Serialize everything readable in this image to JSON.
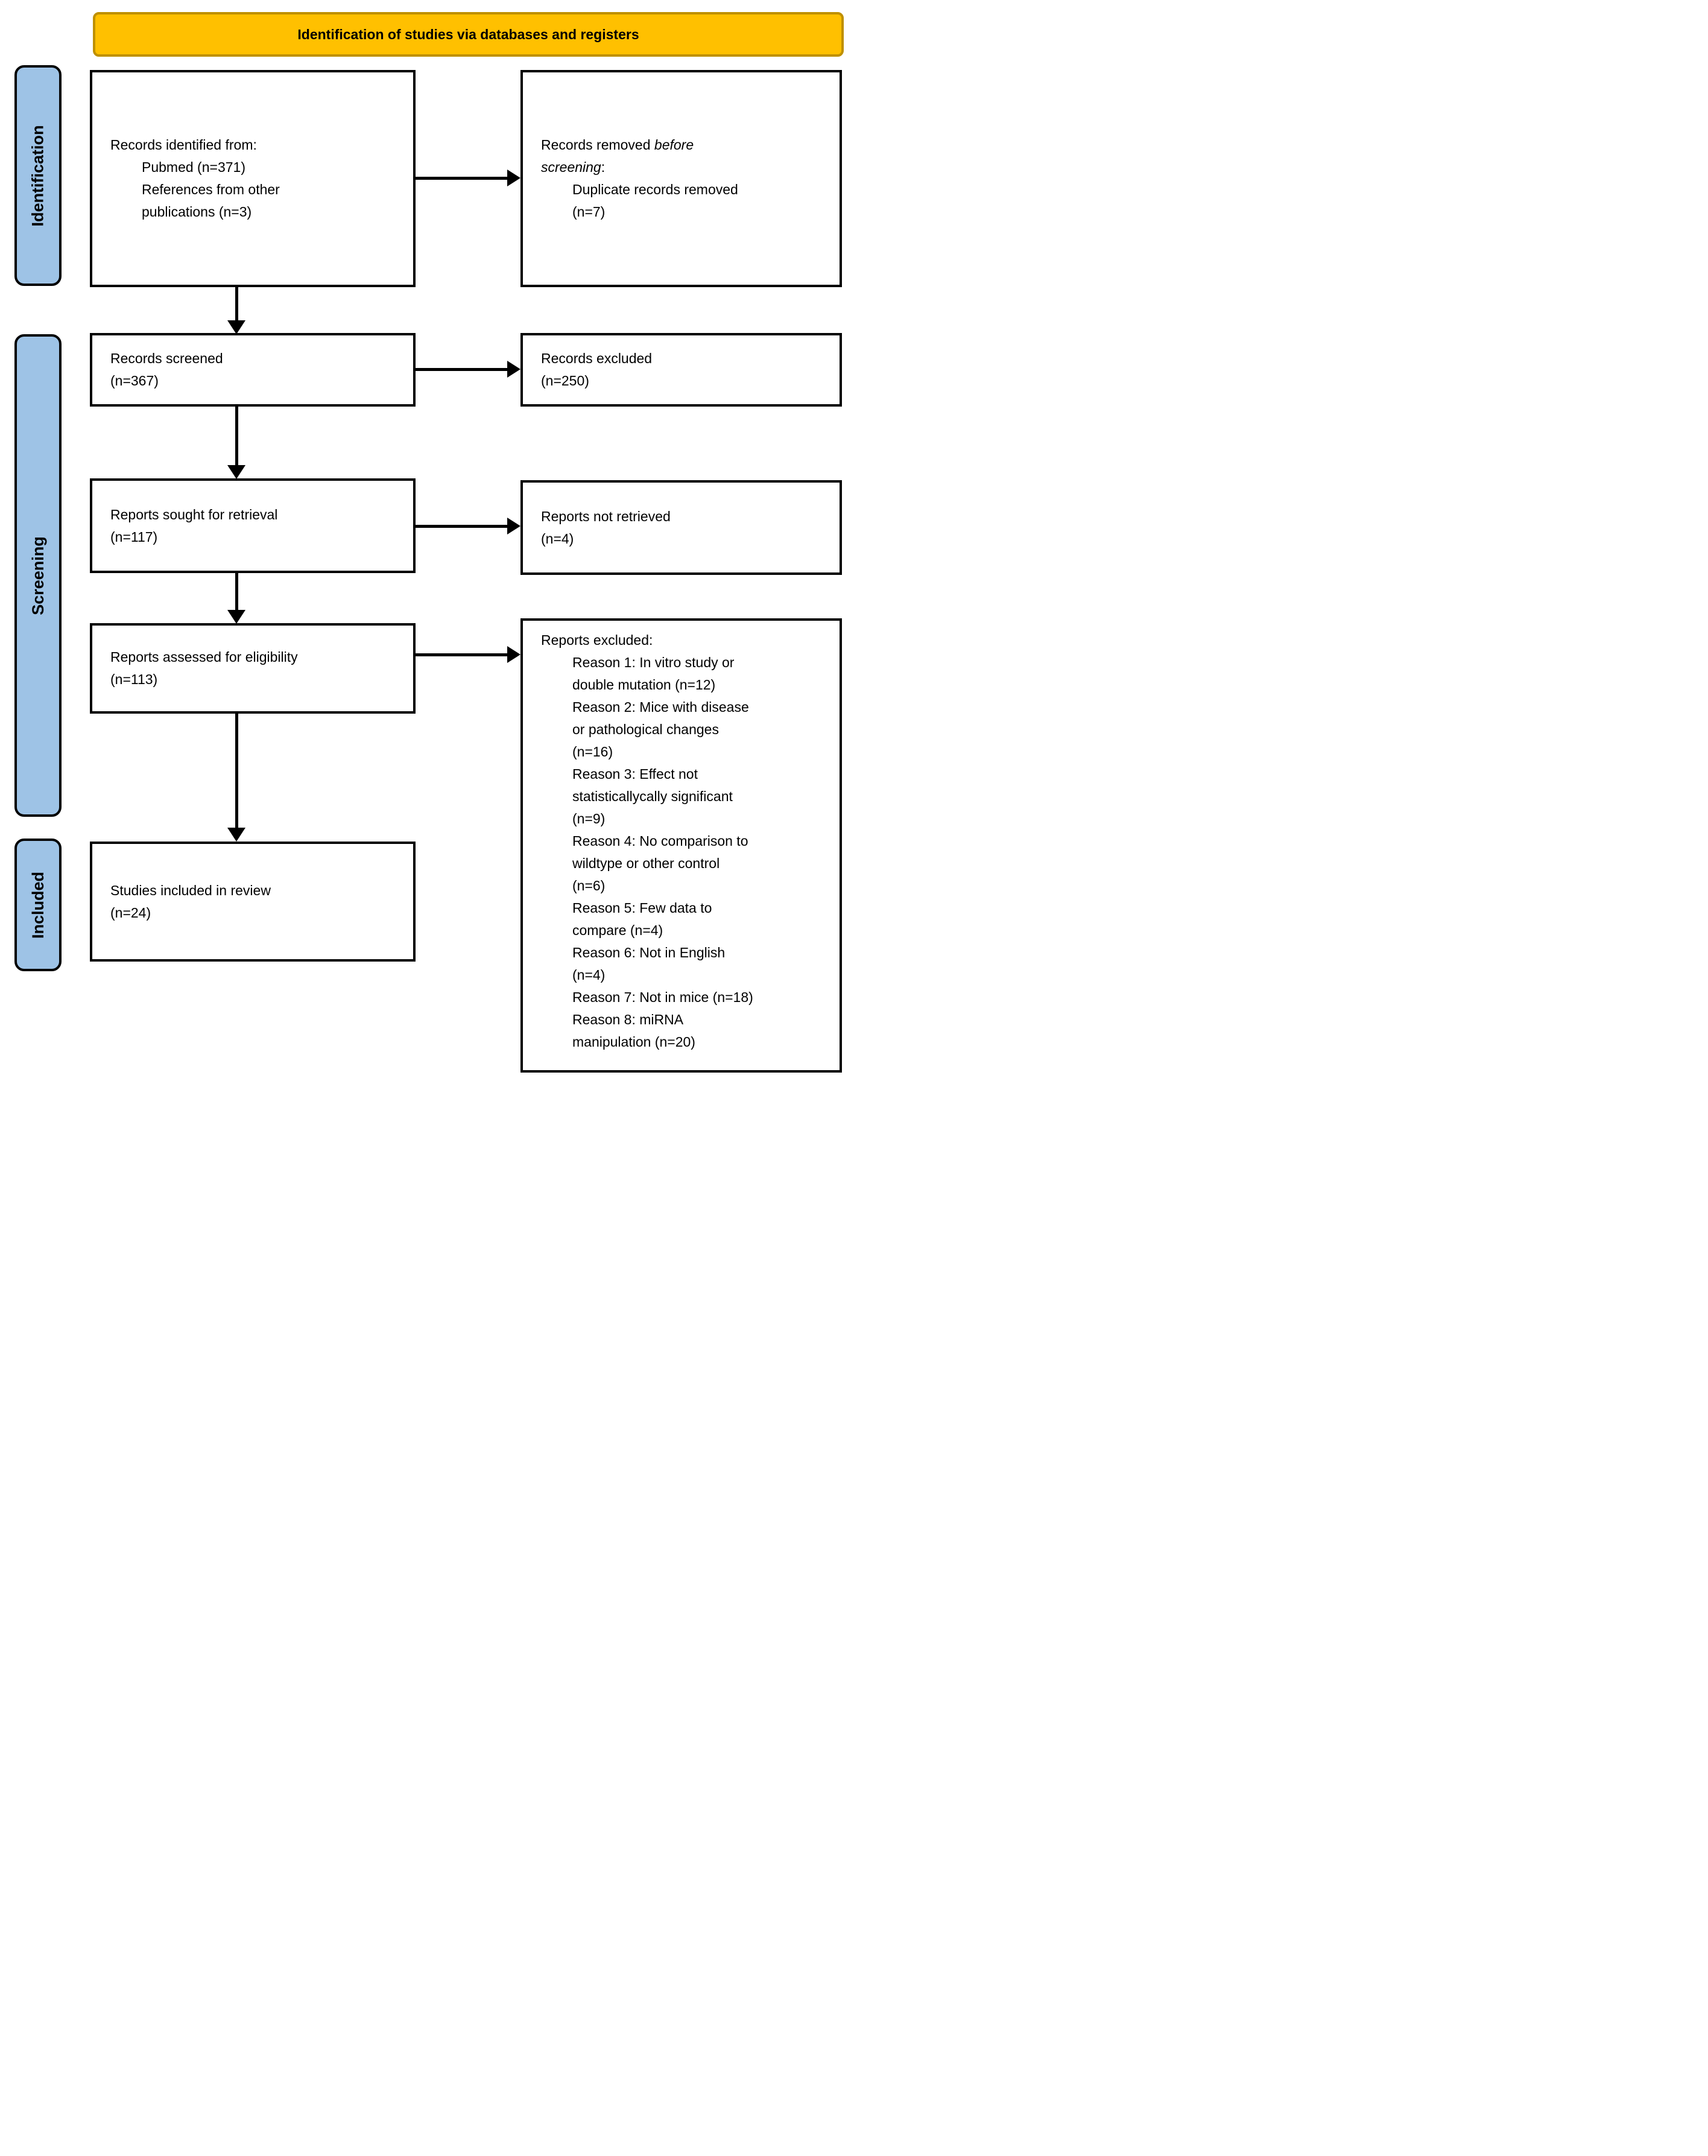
{
  "page": {
    "title": "Identification of studies via databases and registers"
  },
  "colors": {
    "banner_fill": "#FFC000",
    "banner_border": "#BF9000",
    "stage_fill": "#9EC3E6",
    "stage_border": "#000000",
    "box_border": "#000000",
    "arrow": "#000000",
    "text": "#000000",
    "background": "#FFFFFF"
  },
  "stages": {
    "identification": "Identification",
    "screening": "Screening",
    "included": "Included"
  },
  "boxes": {
    "records_identified": {
      "lines": [
        {
          "indent": 0,
          "segments": [
            {
              "text": "Records identified from:",
              "italic": false
            }
          ]
        },
        {
          "indent": 1,
          "segments": [
            {
              "text": "Pubmed (n=371)",
              "italic": false
            }
          ]
        },
        {
          "indent": 1,
          "segments": [
            {
              "text": "References from other",
              "italic": false
            }
          ]
        },
        {
          "indent": 1,
          "segments": [
            {
              "text": "publications (n=3)",
              "italic": false
            }
          ]
        }
      ]
    },
    "records_removed": {
      "lines": [
        {
          "indent": 0,
          "segments": [
            {
              "text": "Records removed ",
              "italic": false
            },
            {
              "text": "before",
              "italic": true
            }
          ]
        },
        {
          "indent": 0,
          "segments": [
            {
              "text": "screening",
              "italic": true
            },
            {
              "text": ":",
              "italic": false
            }
          ]
        },
        {
          "indent": 1,
          "segments": [
            {
              "text": "Duplicate records removed",
              "italic": false
            }
          ]
        },
        {
          "indent": 1,
          "segments": [
            {
              "text": "(n=7)",
              "italic": false
            }
          ]
        }
      ]
    },
    "records_screened": {
      "lines": [
        {
          "indent": 0,
          "segments": [
            {
              "text": "Records screened",
              "italic": false
            }
          ]
        },
        {
          "indent": 0,
          "segments": [
            {
              "text": "(n=367)",
              "italic": false
            }
          ]
        }
      ]
    },
    "records_excluded": {
      "lines": [
        {
          "indent": 0,
          "segments": [
            {
              "text": "Records excluded",
              "italic": false
            }
          ]
        },
        {
          "indent": 0,
          "segments": [
            {
              "text": "(n=250)",
              "italic": false
            }
          ]
        }
      ]
    },
    "reports_sought": {
      "lines": [
        {
          "indent": 0,
          "segments": [
            {
              "text": "Reports sought for retrieval",
              "italic": false
            }
          ]
        },
        {
          "indent": 0,
          "segments": [
            {
              "text": "(n=117)",
              "italic": false
            }
          ]
        }
      ]
    },
    "reports_not_retrieved": {
      "lines": [
        {
          "indent": 0,
          "segments": [
            {
              "text": "Reports not retrieved",
              "italic": false
            }
          ]
        },
        {
          "indent": 0,
          "segments": [
            {
              "text": "(n=4)",
              "italic": false
            }
          ]
        }
      ]
    },
    "reports_assessed": {
      "lines": [
        {
          "indent": 0,
          "segments": [
            {
              "text": "Reports assessed for eligibility",
              "italic": false
            }
          ]
        },
        {
          "indent": 0,
          "segments": [
            {
              "text": "(n=113)",
              "italic": false
            }
          ]
        }
      ]
    },
    "reports_excluded": {
      "lines": [
        {
          "indent": 0,
          "segments": [
            {
              "text": "Reports excluded:",
              "italic": false
            }
          ]
        },
        {
          "indent": 1,
          "segments": [
            {
              "text": "Reason 1: In vitro study or",
              "italic": false
            }
          ]
        },
        {
          "indent": 1,
          "segments": [
            {
              "text": "double mutation (n=12)",
              "italic": false
            }
          ]
        },
        {
          "indent": 1,
          "segments": [
            {
              "text": "Reason 2: Mice with disease",
              "italic": false
            }
          ]
        },
        {
          "indent": 1,
          "segments": [
            {
              "text": "or pathological changes",
              "italic": false
            }
          ]
        },
        {
          "indent": 1,
          "segments": [
            {
              "text": "(n=16)",
              "italic": false
            }
          ]
        },
        {
          "indent": 1,
          "segments": [
            {
              "text": "Reason 3: Effect not",
              "italic": false
            }
          ]
        },
        {
          "indent": 1,
          "segments": [
            {
              "text": "statisticallycally significant",
              "italic": false
            }
          ]
        },
        {
          "indent": 1,
          "segments": [
            {
              "text": "(n=9)",
              "italic": false
            }
          ]
        },
        {
          "indent": 1,
          "segments": [
            {
              "text": "Reason 4: No comparison to",
              "italic": false
            }
          ]
        },
        {
          "indent": 1,
          "segments": [
            {
              "text": "wildtype or other control",
              "italic": false
            }
          ]
        },
        {
          "indent": 1,
          "segments": [
            {
              "text": "(n=6)",
              "italic": false
            }
          ]
        },
        {
          "indent": 1,
          "segments": [
            {
              "text": "Reason 5: Few data to",
              "italic": false
            }
          ]
        },
        {
          "indent": 1,
          "segments": [
            {
              "text": "compare (n=4)",
              "italic": false
            }
          ]
        },
        {
          "indent": 1,
          "segments": [
            {
              "text": "Reason 6: Not in English",
              "italic": false
            }
          ]
        },
        {
          "indent": 1,
          "segments": [
            {
              "text": "(n=4)",
              "italic": false
            }
          ]
        },
        {
          "indent": 1,
          "segments": [
            {
              "text": "Reason 7: Not in mice (n=18)",
              "italic": false
            }
          ]
        },
        {
          "indent": 1,
          "segments": [
            {
              "text": "Reason 8: miRNA",
              "italic": false
            }
          ]
        },
        {
          "indent": 1,
          "segments": [
            {
              "text": "manipulation (n=20)",
              "italic": false
            }
          ]
        }
      ]
    },
    "studies_included": {
      "lines": [
        {
          "indent": 0,
          "segments": [
            {
              "text": "Studies included in review",
              "italic": false
            }
          ]
        },
        {
          "indent": 0,
          "segments": [
            {
              "text": "(n=24)",
              "italic": false
            }
          ]
        }
      ]
    }
  }
}
